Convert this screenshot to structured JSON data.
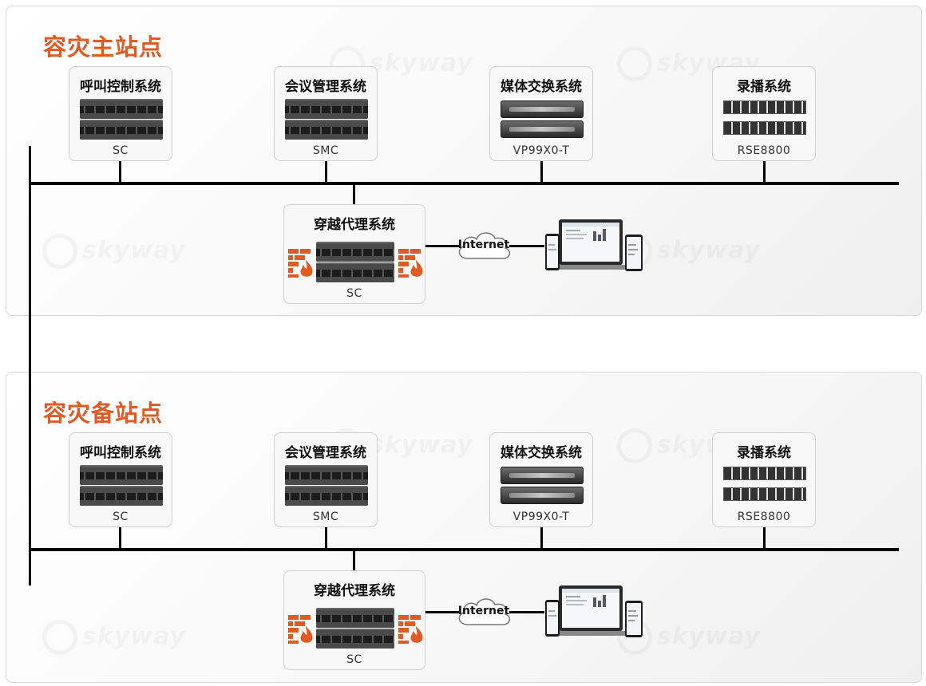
{
  "sites": [
    {
      "id": "primary",
      "title": "容灾主站点",
      "systems": [
        {
          "title": "呼叫控制系统",
          "model": "SC",
          "device": "rack"
        },
        {
          "title": "会议管理系统",
          "model": "SMC",
          "device": "rack"
        },
        {
          "title": "媒体交换系统",
          "model": "VP99X0-T",
          "device": "thin"
        },
        {
          "title": "录播系统",
          "model": "RSE8800",
          "device": "rec"
        }
      ],
      "proxy": {
        "title": "穿越代理系统",
        "model": "SC"
      },
      "internet_label": "Internet"
    },
    {
      "id": "backup",
      "title": "容灾备站点",
      "systems": [
        {
          "title": "呼叫控制系统",
          "model": "SC",
          "device": "rack"
        },
        {
          "title": "会议管理系统",
          "model": "SMC",
          "device": "rack"
        },
        {
          "title": "媒体交换系统",
          "model": "VP99X0-T",
          "device": "thin"
        },
        {
          "title": "录播系统",
          "model": "RSE8800",
          "device": "rec"
        }
      ],
      "proxy": {
        "title": "穿越代理系统",
        "model": "SC"
      },
      "internet_label": "Internet"
    }
  ],
  "watermark": "skyway",
  "icons": {
    "firewall": "firewall-icon",
    "cloud": "internet-cloud-icon",
    "devices": "laptop-phone-icon"
  },
  "colors": {
    "title": "#e05a24",
    "firewall": "#e05a24",
    "bus": "#000000"
  }
}
